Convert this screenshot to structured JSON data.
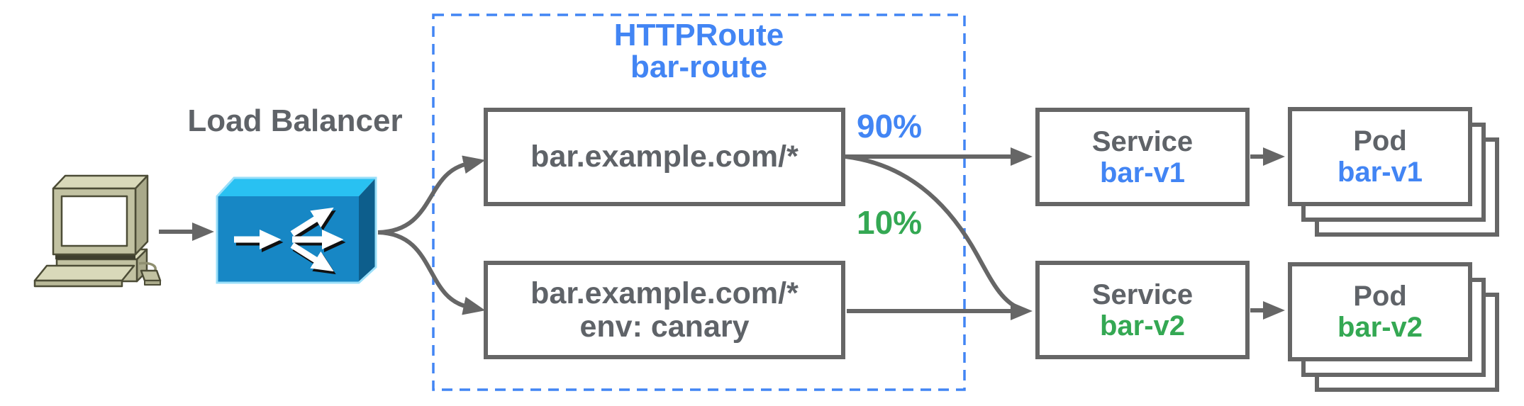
{
  "client": {
    "icon": "computer-icon"
  },
  "load_balancer": {
    "label": "Load Balancer",
    "icon": "load-balancer-icon"
  },
  "httproute": {
    "kind": "HTTPRoute",
    "name": "bar-route",
    "rules": [
      {
        "match": "bar.example.com/*"
      },
      {
        "match": "bar.example.com/*",
        "header": "env: canary"
      }
    ],
    "weights": [
      {
        "value": "90%",
        "color": "#4285F4",
        "target": "bar-v1"
      },
      {
        "value": "10%",
        "color": "#34A853",
        "target": "bar-v2"
      }
    ]
  },
  "services": [
    {
      "kind": "Service",
      "name": "bar-v1",
      "name_color": "#4285F4"
    },
    {
      "kind": "Service",
      "name": "bar-v2",
      "name_color": "#34A853"
    }
  ],
  "pods": [
    {
      "kind": "Pod",
      "name": "bar-v1",
      "name_color": "#4285F4",
      "replicas_shown": 3
    },
    {
      "kind": "Pod",
      "name": "bar-v2",
      "name_color": "#34A853",
      "replicas_shown": 3
    }
  ],
  "colors": {
    "blue": "#4285F4",
    "green": "#34A853",
    "gray_text": "#5F6368",
    "box_border": "#666666",
    "dashed_border": "#4285F4",
    "lb_top": "#29C1F2",
    "lb_front": "#1787C5",
    "lb_side": "#0D5E8C"
  }
}
